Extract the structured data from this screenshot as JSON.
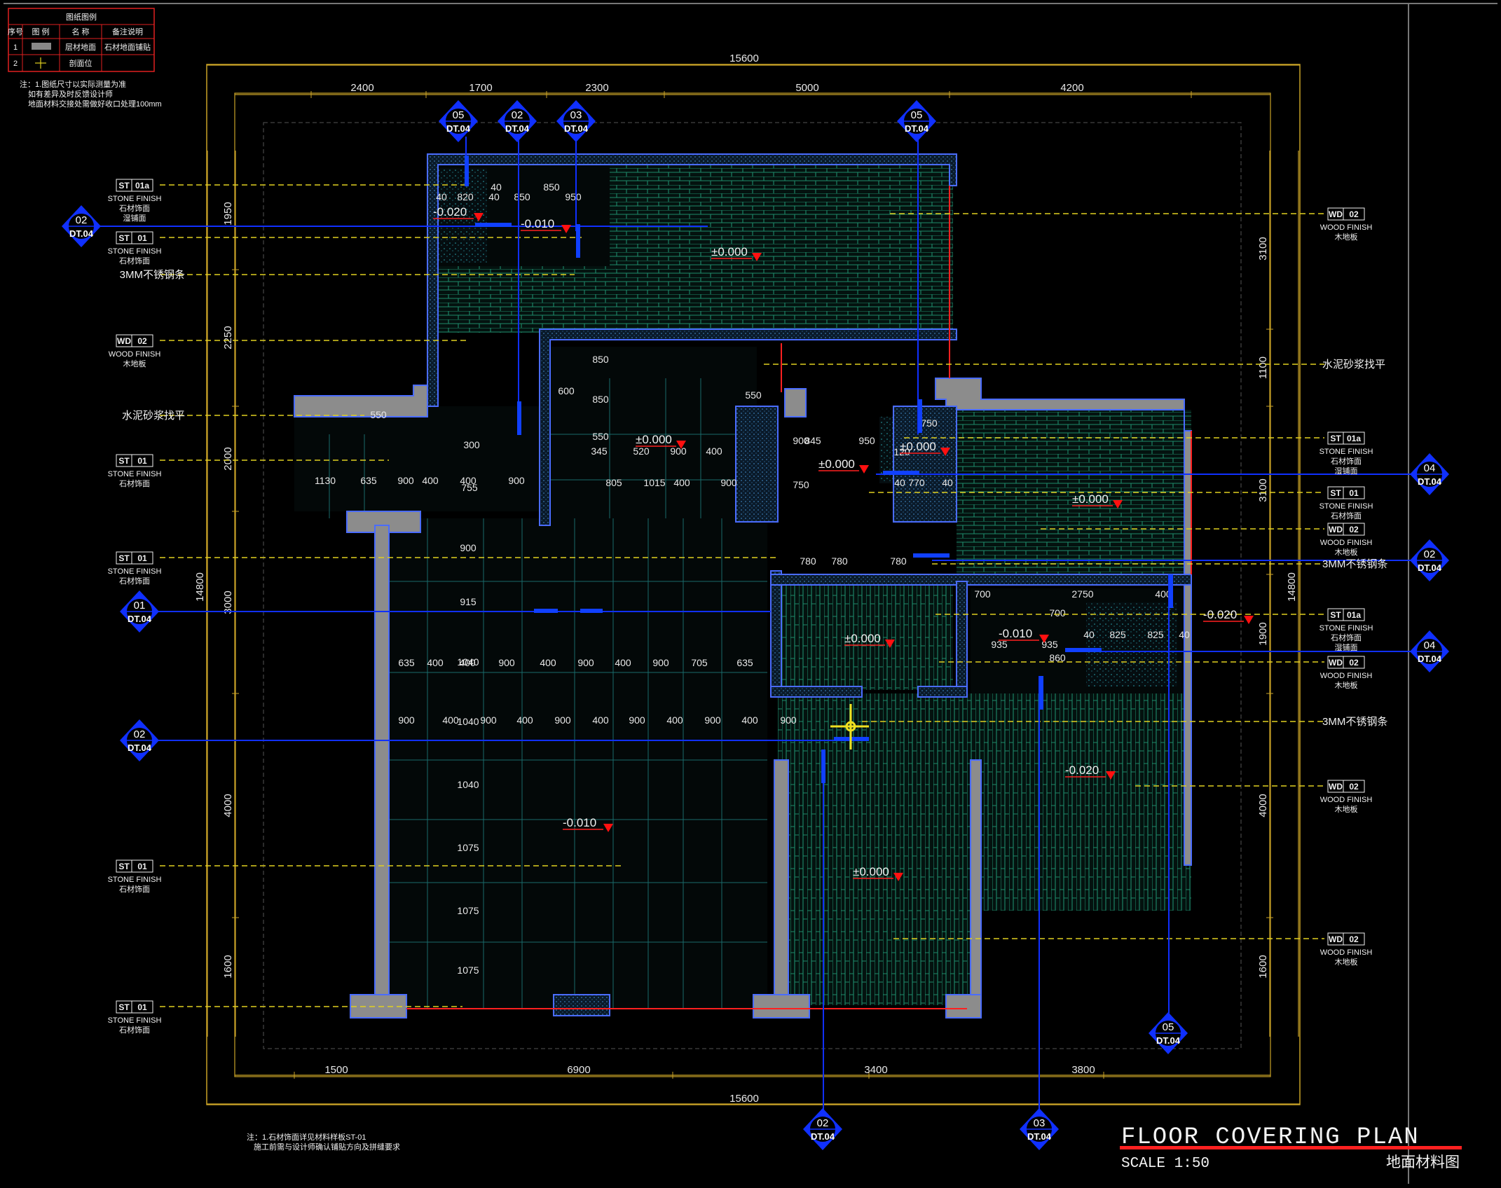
{
  "drawing": {
    "title": "FLOOR COVERING PLAN",
    "scale": "SCALE 1:50",
    "title_cn": "地面材料图"
  },
  "legend": {
    "heading": "图纸图例",
    "columns": [
      "序号",
      "图 例",
      "名 称",
      "备注说明"
    ],
    "rows": [
      {
        "no": "1",
        "name": "层材地面",
        "note": "石材地面铺贴"
      },
      {
        "no": "2",
        "name": "剖面位",
        "note": ""
      }
    ]
  },
  "notes": {
    "top": [
      "注：1.图纸尺寸以实际测量为准",
      "如有差异及时反馈设计师",
      "地面材料交接处需做好收口处理100mm"
    ],
    "bottom": [
      "注：1.石材饰面详见材料样板ST-01",
      "施工前需与设计师确认铺贴方向及拼缝要求"
    ]
  },
  "dimensions": {
    "top_total": "15600",
    "bottom_total": "15600",
    "top_segments": [
      "2400",
      "1700",
      "2300",
      "5000",
      "4200"
    ],
    "bottom_segments": [
      "1500",
      "6900",
      "3400",
      "3800"
    ],
    "left_total": "14800",
    "right_total": "14800",
    "left_segments": [
      "1950",
      "2250",
      "2000",
      "3000",
      "4000",
      "1600"
    ],
    "right_segments": [
      "3100",
      "1100",
      "3100",
      "1900",
      "4000",
      "1600"
    ],
    "interior": [
      "40",
      "820",
      "40",
      "850",
      "950",
      "850",
      "40",
      "600",
      "550",
      "850",
      "850",
      "550",
      "550",
      "300",
      "755",
      "900",
      "915",
      "1040",
      "1040",
      "1040",
      "1075",
      "1075",
      "1075",
      "1130",
      "635",
      "900",
      "400",
      "400",
      "900",
      "805",
      "1015",
      "400",
      "900",
      "345",
      "520",
      "900",
      "400",
      "845",
      "950",
      "900",
      "750",
      "750",
      "120",
      "40",
      "770",
      "40",
      "780",
      "780",
      "780",
      "700",
      "2750",
      "400",
      "40",
      "825",
      "825",
      "40",
      "700",
      "935",
      "935",
      "860",
      "635",
      "400",
      "400",
      "900",
      "400",
      "900",
      "400",
      "900",
      "705",
      "635",
      "900",
      "400",
      "900",
      "400",
      "900",
      "400",
      "900",
      "400",
      "900",
      "400",
      "900"
    ]
  },
  "levels": [
    "-0.020",
    "-0.010",
    "±0.000",
    "±0.000",
    "±0.000",
    "-0.020",
    "-0.010",
    "±0.000",
    "±0.000",
    "±0.000",
    "-0.020",
    "-0.010",
    "±0.000",
    "±0.000",
    "±0.000"
  ],
  "tags_left": [
    {
      "code": "ST",
      "num": "01a",
      "en": "STONE FINISH",
      "cn": "石材饰面",
      "cn2": "湿铺面"
    },
    {
      "code": "ST",
      "num": "01",
      "en": "STONE FINISH",
      "cn": "石材饰面"
    },
    {
      "text": "3MM不锈钢条"
    },
    {
      "code": "WD",
      "num": "02",
      "en": "WOOD FINISH",
      "cn": "木地板"
    },
    {
      "text": "水泥砂浆找平"
    },
    {
      "code": "ST",
      "num": "01",
      "en": "STONE FINISH",
      "cn": "石材饰面"
    },
    {
      "code": "ST",
      "num": "01",
      "en": "STONE FINISH",
      "cn": "石材饰面"
    },
    {
      "code": "ST",
      "num": "01",
      "en": "STONE FINISH",
      "cn": "石材饰面"
    },
    {
      "code": "ST",
      "num": "01",
      "en": "STONE FINISH",
      "cn": "石材饰面"
    }
  ],
  "tags_right": [
    {
      "code": "WD",
      "num": "02",
      "en": "WOOD FINISH",
      "cn": "木地板"
    },
    {
      "text": "水泥砂浆找平"
    },
    {
      "code": "ST",
      "num": "01a",
      "en": "STONE FINISH",
      "cn": "石材饰面",
      "cn2": "湿铺面"
    },
    {
      "code": "ST",
      "num": "01",
      "en": "STONE FINISH",
      "cn": "石材饰面"
    },
    {
      "code": "WD",
      "num": "02",
      "en": "WOOD FINISH",
      "cn": "木地板"
    },
    {
      "text": "3MM不锈钢条"
    },
    {
      "code": "ST",
      "num": "01a",
      "en": "STONE FINISH",
      "cn": "石材饰面",
      "cn2": "湿铺面"
    },
    {
      "code": "WD",
      "num": "02",
      "en": "WOOD FINISH",
      "cn": "木地板"
    },
    {
      "text": "3MM不锈钢条"
    },
    {
      "code": "WD",
      "num": "02",
      "en": "WOOD FINISH",
      "cn": "木地板"
    },
    {
      "code": "WD",
      "num": "02",
      "en": "WOOD FINISH",
      "cn": "木地板"
    }
  ],
  "sections": [
    {
      "num": "05",
      "ref": "DT.04"
    },
    {
      "num": "02",
      "ref": "DT.04"
    },
    {
      "num": "03",
      "ref": "DT.04"
    },
    {
      "num": "05",
      "ref": "DT.04"
    },
    {
      "num": "02",
      "ref": "DT.04"
    },
    {
      "num": "01",
      "ref": "DT.04"
    },
    {
      "num": "02",
      "ref": "DT.04"
    },
    {
      "num": "04",
      "ref": "DT.04"
    },
    {
      "num": "02",
      "ref": "DT.04"
    },
    {
      "num": "04",
      "ref": "DT.04"
    },
    {
      "num": "05",
      "ref": "DT.04"
    },
    {
      "num": "02",
      "ref": "DT.04"
    },
    {
      "num": "03",
      "ref": "DT.04"
    }
  ],
  "colors": {
    "background": "#000000",
    "dimension_lines": "#c9a227",
    "walls": "#4a6cff",
    "wall_fill": "#8c8c8c",
    "grid": "#1e8a8a",
    "leaders": "#e0d020",
    "section_lines": "#1030ff",
    "level_markers": "#ff1010",
    "title_rule": "#ff2020"
  }
}
